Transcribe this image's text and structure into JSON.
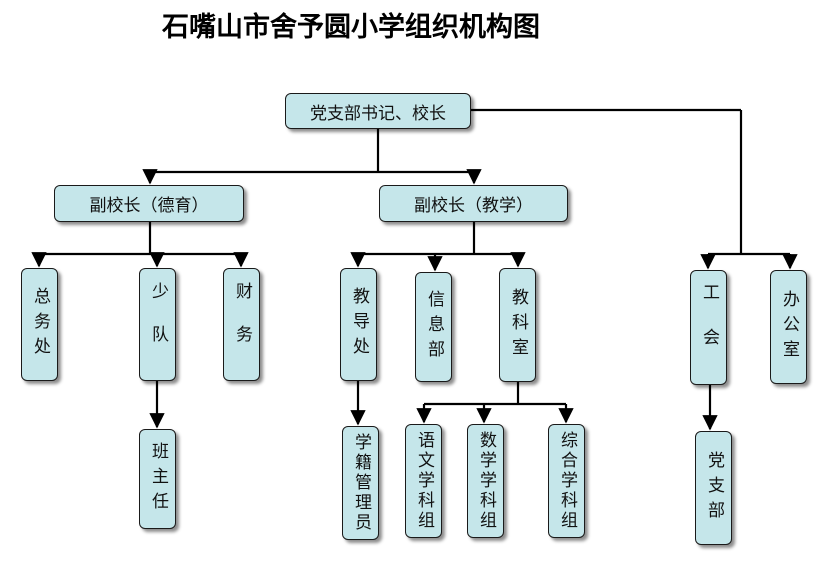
{
  "title": "石嘴山市舍予圆小学组织机构图",
  "nodes": {
    "principal": "党支部书记、校长",
    "vp_moral": "副校长（德育）",
    "vp_teaching": "副校长（教学）",
    "general_affairs": "总务处",
    "young_pioneers": "少队",
    "finance": "财务",
    "class_teacher": "班主任",
    "guidance_office": "教导处",
    "information_dept": "信息部",
    "teaching_research": "教科室",
    "student_records": "学籍管理员",
    "chinese_group": "语文学科组",
    "math_group": "数学学科组",
    "comprehensive_group": "综合学科组",
    "labor_union": "工会",
    "office": "办公室",
    "party_branch": "党支部"
  }
}
